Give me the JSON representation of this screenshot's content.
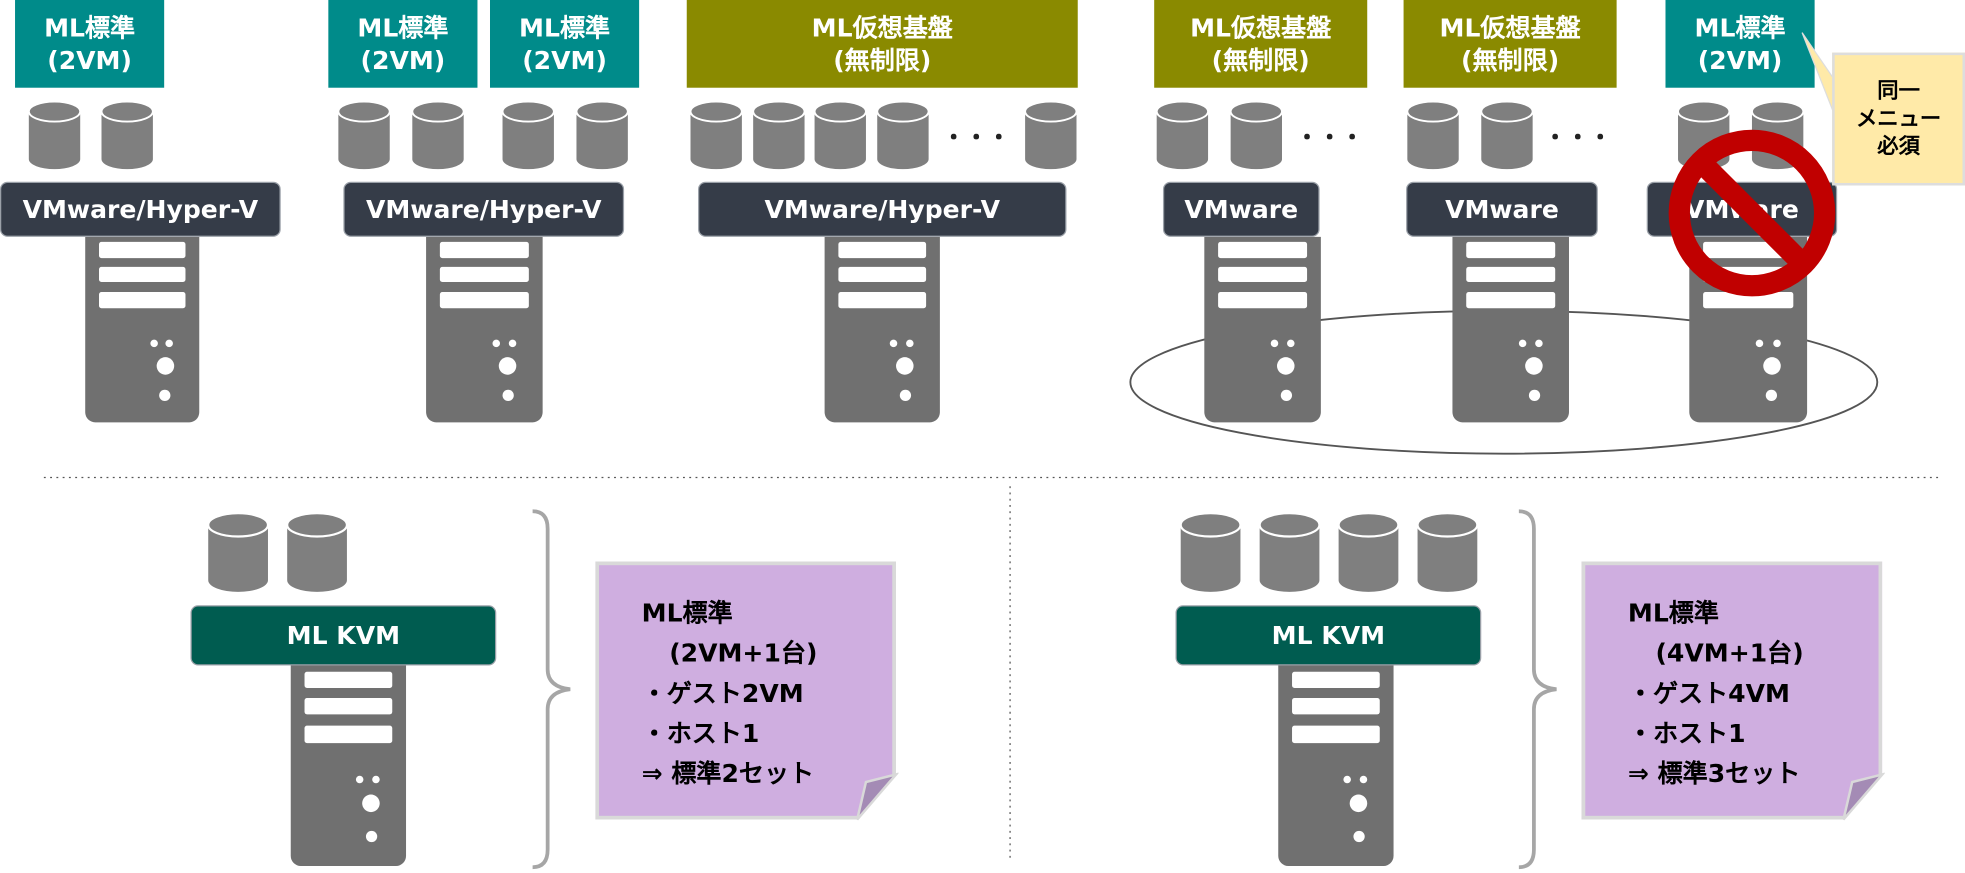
{
  "top_groups": [
    {
      "labels": [
        {
          "line1": "ML標準",
          "line2": "(2VM)",
          "color": "teal"
        }
      ],
      "platform": "VMware/Hyper-V"
    },
    {
      "labels": [
        {
          "line1": "ML標準",
          "line2": "(2VM)",
          "color": "teal"
        },
        {
          "line1": "ML標準",
          "line2": "(2VM)",
          "color": "teal"
        }
      ],
      "platform": "VMware/Hyper-V"
    },
    {
      "labels": [
        {
          "line1": "ML仮想基盤",
          "line2": "(無制限)",
          "color": "olive"
        }
      ],
      "platform": "VMware/Hyper-V",
      "ellipsis": "・・・"
    },
    {
      "labels": [
        {
          "line1": "ML仮想基盤",
          "line2": "(無制限)",
          "color": "olive"
        }
      ],
      "platform": "VMware",
      "ellipsis": "・・・"
    },
    {
      "labels": [
        {
          "line1": "ML仮想基盤",
          "line2": "(無制限)",
          "color": "olive"
        }
      ],
      "platform": "VMware",
      "ellipsis": "・・・"
    },
    {
      "labels": [
        {
          "line1": "ML標準",
          "line2": "(2VM)",
          "color": "teal"
        }
      ],
      "platform": "VMware",
      "prohibited": true
    }
  ],
  "callout": {
    "line1": "同一",
    "line2": "メニュー",
    "line3": "必須"
  },
  "bottom_groups": [
    {
      "platform": "ML KVM",
      "note": {
        "title": "ML標準",
        "subtitle": "(2VM+1台)",
        "item1": "・ゲスト2VM",
        "item2": "・ホスト1",
        "result": "⇒ 標準2セット"
      }
    },
    {
      "platform": "ML KVM",
      "note": {
        "title": "ML標準",
        "subtitle": "(4VM+1台)",
        "item1": "・ゲスト4VM",
        "item2": "・ホスト1",
        "result": "⇒ 標準3セット"
      }
    }
  ],
  "colors": {
    "teal": "#008b8a",
    "olive": "#8a8a00",
    "platform_bar": "#353c48",
    "kvm_bar": "#005c50",
    "server": "#707070",
    "note": "#cfaee0",
    "callout": "#ffeaa8",
    "prohibit": "#c00000"
  }
}
